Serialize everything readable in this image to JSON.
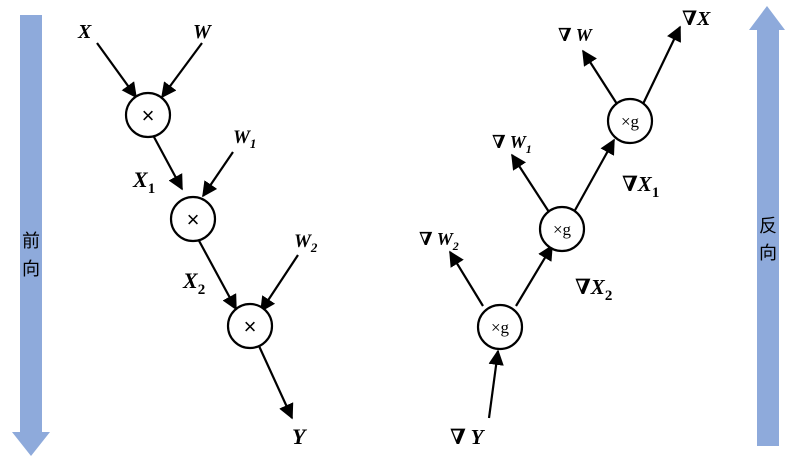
{
  "side_arrows": {
    "forward_label": "前向",
    "backward_label": "反向",
    "color": "#8eaadb"
  },
  "forward": {
    "inputs": {
      "x": "X",
      "w": "W"
    },
    "node_symbol": "×",
    "x1": {
      "base": "X",
      "sub": "1"
    },
    "w1": {
      "base": "W",
      "sub": "1"
    },
    "x2": {
      "base": "X",
      "sub": "2"
    },
    "w2": {
      "base": "W",
      "sub": "2"
    },
    "output": "Y"
  },
  "backward": {
    "node_symbol": "×g",
    "grad_y": "∇ Y",
    "grad_x2": {
      "base": "∇X",
      "sub": "2"
    },
    "grad_w2": {
      "base": "∇ W",
      "sub": "2"
    },
    "grad_x1": {
      "base": "∇X",
      "sub": "1"
    },
    "grad_w1": {
      "base": "∇ W",
      "sub": "1"
    },
    "grad_w": "∇ W",
    "grad_x": "∇X"
  }
}
